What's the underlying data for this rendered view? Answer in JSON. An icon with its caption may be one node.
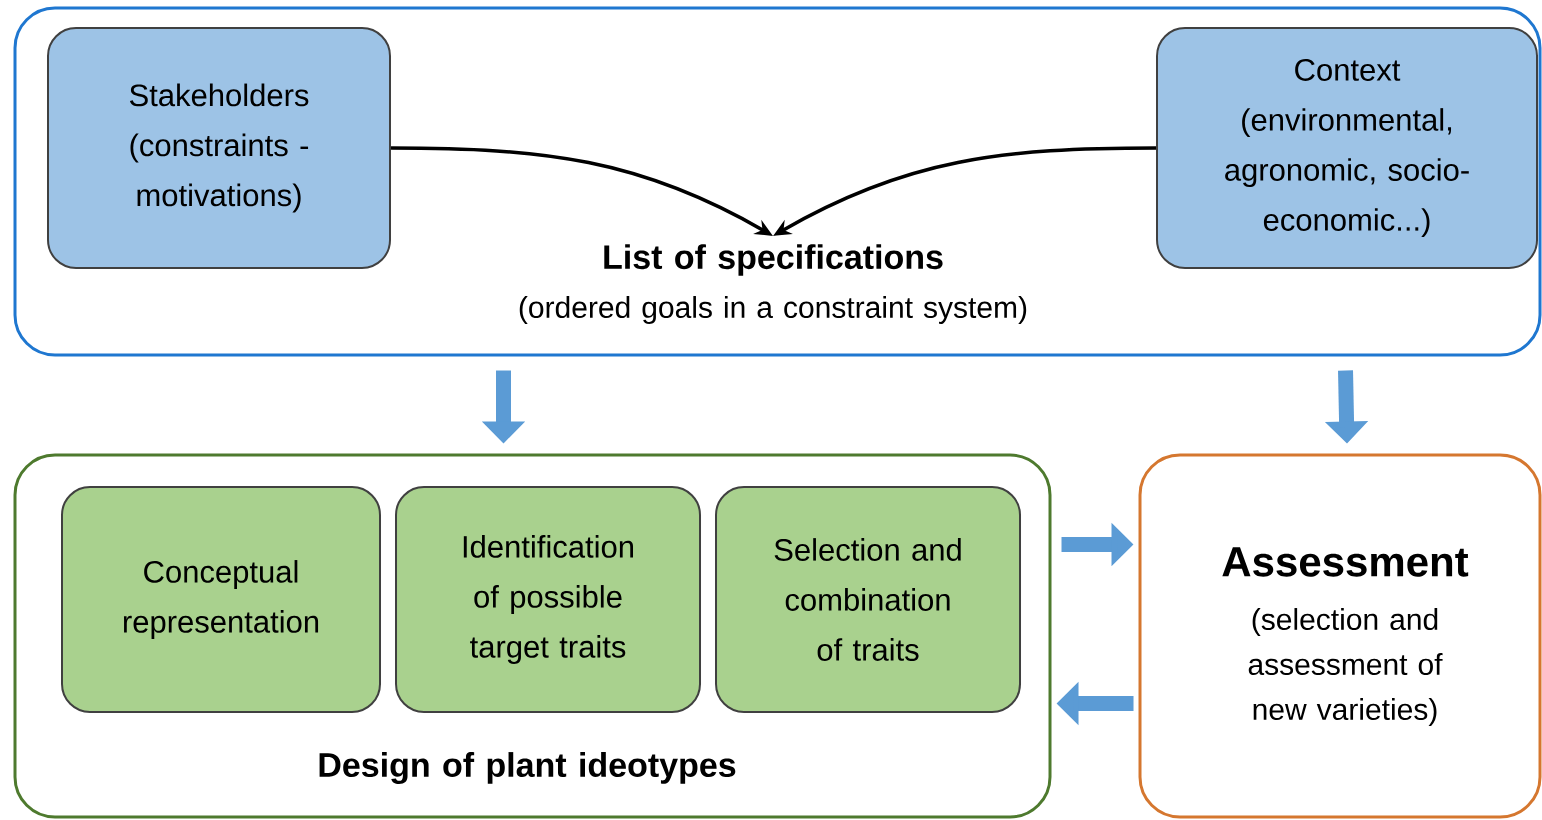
{
  "diagram": {
    "nodes": [
      {
        "text": [],
        "shape": "box"
      },
      {
        "text": [
          "Stakeholders (constraints - motivations)"
        ],
        "in": 0
      },
      {
        "text": [
          "Context (environmental, agronomic, socio-economic...)"
        ],
        "in": 0
      },
      {
        "text": [
          "List of specifications",
          "(ordered goals in a constraint system)"
        ],
        "in": 0
      },
      {
        "text": [
          "Design of plant ideotypes"
        ]
      },
      {
        "text": [
          "Conceptual representation"
        ],
        "in": 4
      },
      {
        "text": [
          "Identification of possible target traits"
        ],
        "in": 4
      },
      {
        "text": [
          "Selection and combination of traits"
        ],
        "in": 4
      },
      {
        "text": [
          "Assessment",
          "(selection and assessment of new varieties)"
        ]
      }
    ],
    "edges": [
      {
        "from": 1,
        "to": 3,
        "arrow": "to",
        "color": "#000000"
      },
      {
        "from": 2,
        "to": 3,
        "arrow": "to",
        "color": "#000000"
      },
      {
        "from": 0,
        "to": 4,
        "arrow": "to"
      },
      {
        "from": 0,
        "to": 8,
        "arrow": "to"
      },
      {
        "from": 4,
        "to": 8,
        "arrow": "to"
      },
      {
        "from": 8,
        "to": 4,
        "arrow": "to"
      }
    ]
  }
}
